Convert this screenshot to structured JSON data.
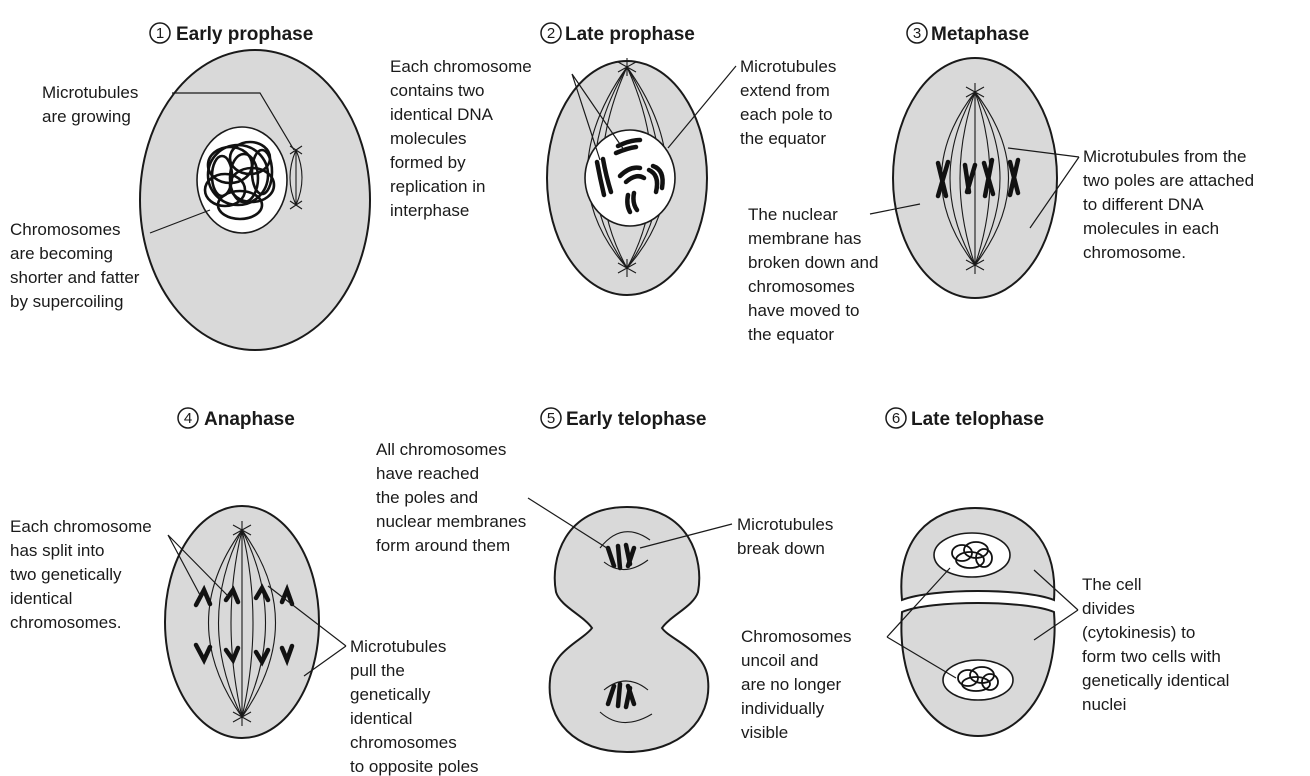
{
  "colors": {
    "cytoplasm": "#d9d9d9",
    "outline": "#1a1a1a",
    "nucleus": "#ffffff"
  },
  "stages": [
    {
      "number": "1",
      "title": "Early prophase",
      "labels": [
        [
          "Microtubules",
          "are growing"
        ],
        [
          "Chromosomes",
          "are becoming",
          "shorter and fatter",
          "by supercoiling"
        ]
      ]
    },
    {
      "number": "2",
      "title": "Late prophase",
      "labels": [
        [
          "Each chromosome",
          "contains two",
          "identical DNA",
          "molecules",
          "formed by",
          "replication in",
          "interphase"
        ],
        [
          "Microtubules",
          "extend from",
          "each pole to",
          "the equator"
        ]
      ]
    },
    {
      "number": "3",
      "title": "Metaphase",
      "labels": [
        [
          "Microtubules from the",
          "two poles are attached",
          "to different DNA",
          "molecules in each",
          "chromosome."
        ],
        [
          "The nuclear",
          "membrane has",
          "broken down and",
          "chromosomes",
          "have moved to",
          "the equator"
        ]
      ]
    },
    {
      "number": "4",
      "title": "Anaphase",
      "labels": [
        [
          "Each chromosome",
          "has split into",
          "two genetically",
          "identical",
          "chromosomes."
        ],
        [
          "Microtubules",
          "pull the",
          "genetically",
          "identical",
          "chromosomes",
          "to opposite poles"
        ]
      ]
    },
    {
      "number": "5",
      "title": "Early telophase",
      "labels": [
        [
          "All chromosomes",
          "have reached",
          "the poles and",
          "nuclear membranes",
          "form around them"
        ],
        [
          "Microtubules",
          "break down"
        ]
      ]
    },
    {
      "number": "6",
      "title": "Late telophase",
      "labels": [
        [
          "Chromosomes",
          "uncoil and",
          "are no longer",
          "individually",
          "visible"
        ],
        [
          "The cell",
          "divides",
          "(cytokinesis) to",
          "form two cells with",
          "genetically identical",
          "nuclei"
        ]
      ]
    }
  ]
}
